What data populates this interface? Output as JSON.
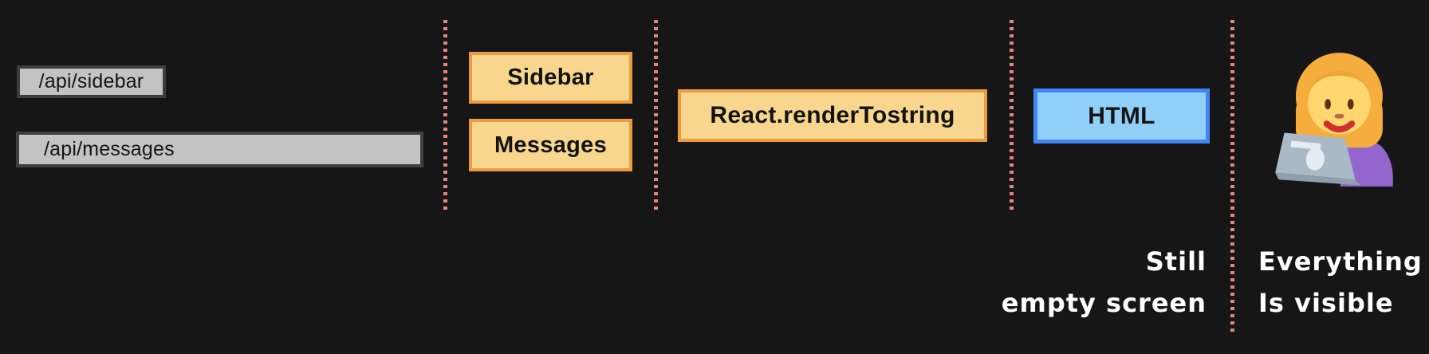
{
  "diagram": {
    "api_endpoints": [
      {
        "label": "/api/sidebar"
      },
      {
        "label": "/api/messages"
      }
    ],
    "components": [
      {
        "label": "Sidebar"
      },
      {
        "label": "Messages"
      }
    ],
    "render_call": {
      "label": "React.renderTostring"
    },
    "output": {
      "label": "HTML"
    },
    "captions": {
      "before": {
        "line1": "Still",
        "line2": "empty screen"
      },
      "after": {
        "line1": "Everything",
        "line2": "Is visible"
      }
    },
    "emoji": {
      "name": "woman-technologist"
    },
    "colors": {
      "background": "#161616",
      "bar_fill": "#c3c3c3",
      "bar_border": "#3e3e3e",
      "component_fill": "#f8d68e",
      "component_border": "#ec9b40",
      "output_fill": "#90d0f8",
      "output_border": "#4285f4",
      "divider_dot": "#e5857d",
      "caption_text": "#ffffff"
    }
  }
}
